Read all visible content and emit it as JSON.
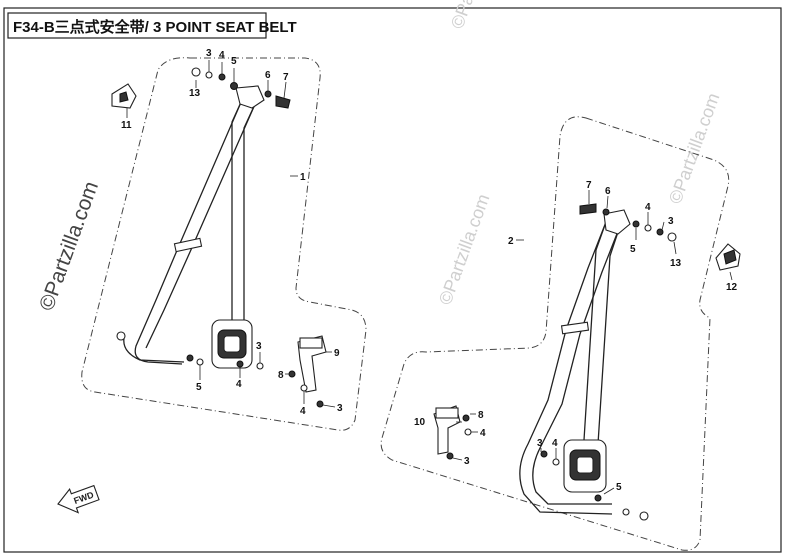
{
  "title": "F34-B三点式安全带/ 3 POINT SEAT BELT",
  "watermarks": [
    "©Partzilla.com",
    "©Partzilla.com",
    "©Partzilla.com",
    "©Partzilla.com"
  ],
  "fwd_label": "FWD",
  "callouts": {
    "l3": "3",
    "l4": "4",
    "l5": "5",
    "l13": "13",
    "l6": "6",
    "l7": "7",
    "l11": "11",
    "l1": "1",
    "l5b": "5",
    "l4b": "4",
    "l3b": "3",
    "l8b": "8",
    "l9": "9",
    "l4c": "4",
    "l3c": "3",
    "r7": "7",
    "r6": "6",
    "r4": "4",
    "r3": "3",
    "r5": "5",
    "r13": "13",
    "r2": "2",
    "r12": "12",
    "r10": "10",
    "r8": "8",
    "r4b": "4",
    "r3b": "3",
    "r3c": "3",
    "r4c": "4",
    "r5b": "5"
  },
  "colors": {
    "line": "#222222",
    "outline": "#444444",
    "watermark": "#cfcfcf"
  }
}
